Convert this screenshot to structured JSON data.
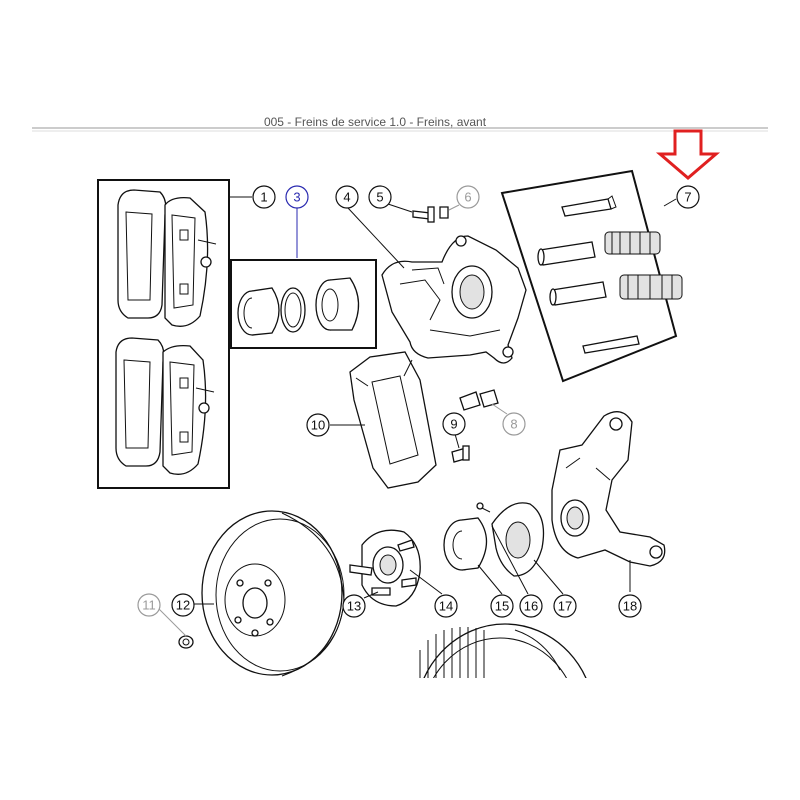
{
  "header": {
    "title": "005 - Freins de service 1.0 - Freins, avant"
  },
  "callouts": [
    {
      "label": "1",
      "style": "normal"
    },
    {
      "label": "3",
      "style": "blue"
    },
    {
      "label": "4",
      "style": "normal"
    },
    {
      "label": "5",
      "style": "normal"
    },
    {
      "label": "6",
      "style": "gray"
    },
    {
      "label": "7",
      "style": "normal"
    },
    {
      "label": "8",
      "style": "gray"
    },
    {
      "label": "9",
      "style": "normal"
    },
    {
      "label": "10",
      "style": "normal"
    },
    {
      "label": "11",
      "style": "gray"
    },
    {
      "label": "12",
      "style": "normal"
    },
    {
      "label": "13",
      "style": "normal"
    },
    {
      "label": "14",
      "style": "normal"
    },
    {
      "label": "15",
      "style": "normal"
    },
    {
      "label": "16",
      "style": "normal"
    },
    {
      "label": "17",
      "style": "normal"
    },
    {
      "label": "18",
      "style": "normal"
    }
  ],
  "colors": {
    "highlight_arrow": "#e02020",
    "line": "#111111",
    "muted": "#9a9a9a",
    "accent": "#2a2ab0"
  },
  "icons": {
    "highlight": "down-arrow-icon"
  }
}
